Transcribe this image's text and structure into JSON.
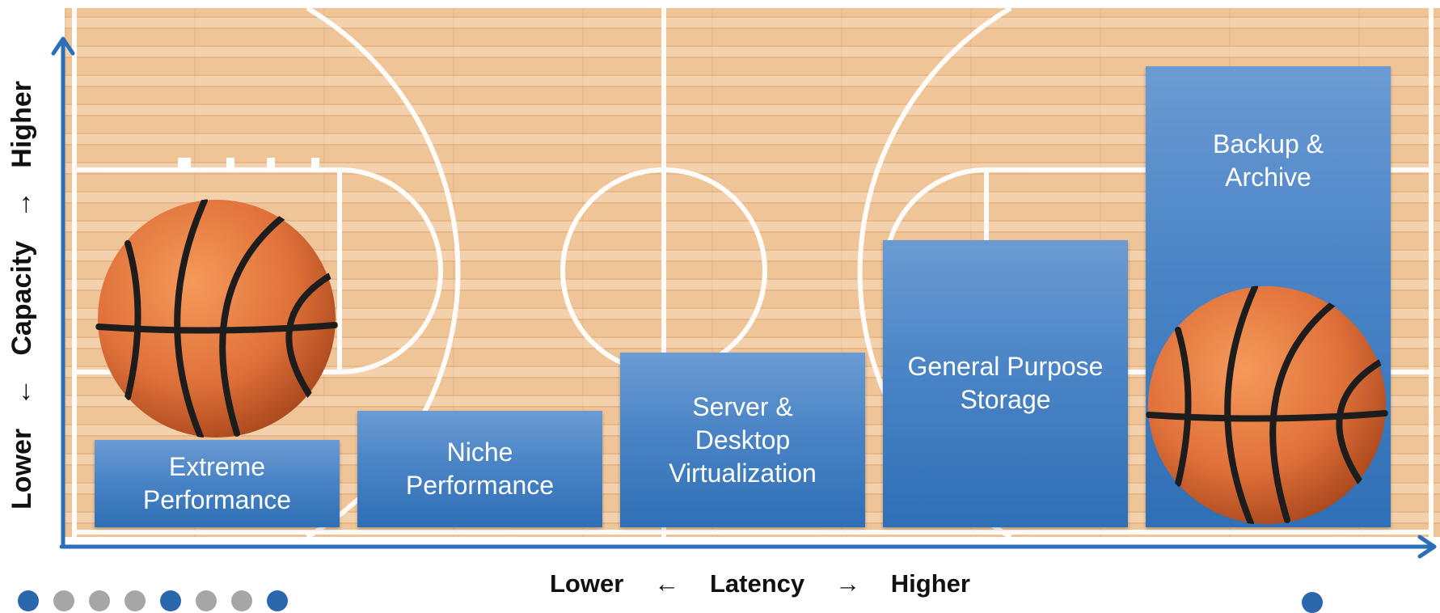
{
  "diagram": {
    "y_axis": {
      "low_label": "Lower",
      "down_arrow": "←",
      "name": "Capacity",
      "up_arrow": "→",
      "high_label": "Higher"
    },
    "x_axis": {
      "low_label": "Lower",
      "left_arrow": "←",
      "name": "Latency",
      "right_arrow": "→",
      "high_label": "Higher"
    },
    "categories": [
      {
        "label": "Extreme Performance"
      },
      {
        "label": "Niche Performance"
      },
      {
        "label": "Server & Desktop Virtualization"
      },
      {
        "label": "General Purpose Storage"
      },
      {
        "label": "Backup & Archive"
      }
    ],
    "colors": {
      "axis": "#2b6fb8",
      "box_top": "#6b9bd3",
      "box_bottom": "#2f6fb5",
      "court_wood": "#efc598",
      "court_line": "#ffffff",
      "ball": "#e0713a",
      "ball_seam": "#1d1d1d"
    },
    "icons": {
      "left_ball": "basketball-icon",
      "right_ball": "basketball-icon"
    }
  },
  "pager": {
    "dot_states": [
      "active",
      "inactive",
      "inactive",
      "inactive",
      "active",
      "inactive",
      "inactive",
      "active"
    ]
  }
}
